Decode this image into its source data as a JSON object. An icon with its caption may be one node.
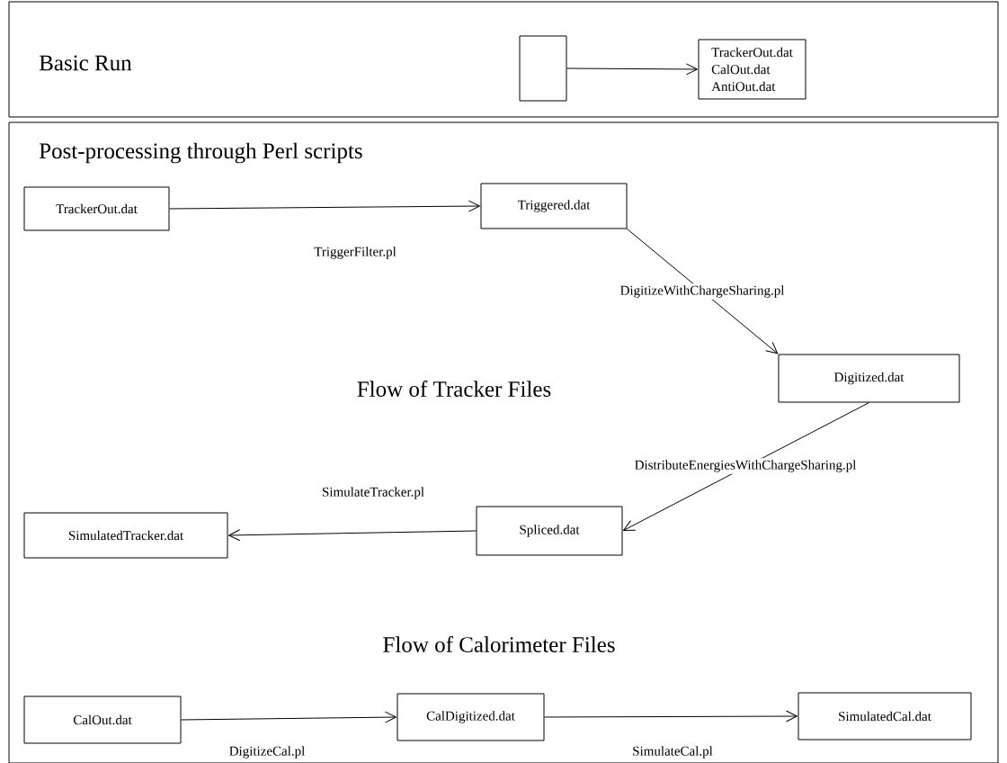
{
  "diagram": {
    "nodes": [
      {
        "text": [
          "Basic Run"
        ]
      },
      {
        "text": [],
        "shape": "box",
        "in": 0
      },
      {
        "text": [
          "TrackerOut.dat",
          "CalOut.dat",
          "AntiOut.dat"
        ],
        "in": 0
      },
      {
        "text": [
          "Post-processing through Perl scripts",
          "Flow of Tracker Files",
          "Flow of Calorimeter Files"
        ]
      },
      {
        "text": [
          "TrackerOut.dat"
        ],
        "in": 3
      },
      {
        "text": [
          "Triggered.dat"
        ],
        "in": 3
      },
      {
        "text": [
          "Digitized.dat"
        ],
        "in": 3
      },
      {
        "text": [
          "Spliced.dat"
        ],
        "in": 3
      },
      {
        "text": [
          "SimulatedTracker.dat"
        ],
        "in": 3
      },
      {
        "text": [
          "CalOut.dat"
        ],
        "in": 3
      },
      {
        "text": [
          "CalDigitized.dat"
        ],
        "in": 3
      },
      {
        "text": [
          "SimulatedCal.dat"
        ],
        "in": 3
      }
    ],
    "edges": [
      {
        "from": 1,
        "to": 2,
        "arrow": "to"
      },
      {
        "from": 4,
        "to": 5,
        "arrow": "to",
        "label": "TriggerFilter.pl"
      },
      {
        "from": 5,
        "to": 6,
        "arrow": "to",
        "label": "DigitizeWithChargeSharing.pl"
      },
      {
        "from": 6,
        "to": 7,
        "arrow": "to",
        "label": "DistributeEnergiesWithChargeSharing.pl"
      },
      {
        "from": 7,
        "to": 8,
        "arrow": "to",
        "label": "SimulateTracker.pl"
      },
      {
        "from": 9,
        "to": 10,
        "arrow": "to",
        "label": "DigitizeCal.pl"
      },
      {
        "from": 10,
        "to": 11,
        "arrow": "to",
        "label": "SimulateCal.pl"
      }
    ]
  }
}
